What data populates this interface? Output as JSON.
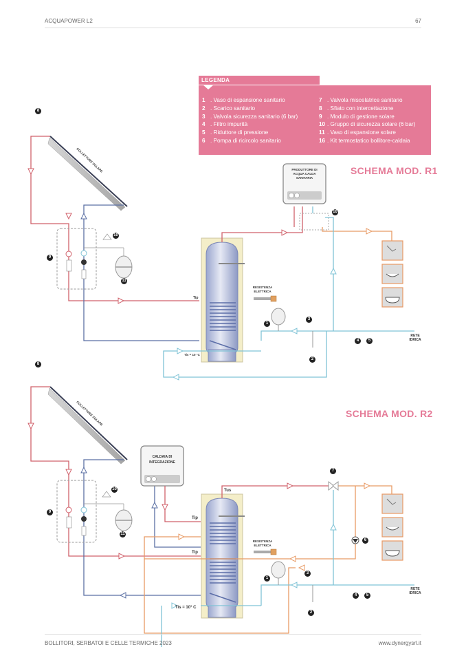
{
  "header": {
    "title": "ACQUAPOWER L2",
    "page_number": "67"
  },
  "footer": {
    "left": "BOLLITORI, SERBATOI E CELLE TERMICHE 2023",
    "right": "www.dynergysrl.it"
  },
  "legend": {
    "title": "LEGENDA",
    "items": [
      {
        "num": "1",
        "text": ". Vaso di espansione sanitario"
      },
      {
        "num": "2",
        "text": ". Scarico sanitario"
      },
      {
        "num": "3",
        "text": ". Valvola sicurezza sanitario (6 bar)"
      },
      {
        "num": "4",
        "text": ". Filtro impurità"
      },
      {
        "num": "5",
        "text": ". Riduttore di pressione"
      },
      {
        "num": "6",
        "text": ". Pompa di ricircolo sanitario"
      },
      {
        "num": "7",
        "text": ". Valvola miscelatrice sanitario"
      },
      {
        "num": "8",
        "text": ". Sfiato con intercettazione"
      },
      {
        "num": "9",
        "text": ". Modulo di gestione solare"
      },
      {
        "num": "10",
        "text": ". Gruppo di sicurezza solare (6 bar)"
      },
      {
        "num": "11",
        "text": ". Vaso di espansione solare"
      },
      {
        "num": "16",
        "text": ". Kit termostatico bollitore-caldaia"
      }
    ]
  },
  "schema_r1": {
    "title": "SCHEMA MOD. R1",
    "collector_label": "COLLETTORE SOLARE",
    "producer_label": "PRODUTTORE DI ACQUA CALDA SANITARIA",
    "resistance_label": "RESISTENZA ELETTRICA",
    "tip_label": "Tip",
    "tis_label": "Tis = 10 °C",
    "network_label": "RETE IDRICA",
    "badges": [
      "8",
      "9",
      "10",
      "11",
      "16",
      "1",
      "2",
      "3",
      "4",
      "5"
    ]
  },
  "schema_r2": {
    "title": "SCHEMA MOD. R2",
    "collector_label": "COLLETTORE SOLARE",
    "boiler_label": "CALDAIA DI INTEGRAZIONE",
    "resistance_label": "RESISTENZA ELETTRICA",
    "tus_label": "Tus",
    "tip_upper_label": "Tip",
    "tip_lower_label": "Tip",
    "tis_label": "Tis = 10° C",
    "network_label": "RETE IDRICA",
    "badges": [
      "8",
      "9",
      "10",
      "11",
      "7",
      "6",
      "1",
      "2",
      "3",
      "4",
      "5"
    ]
  },
  "colors": {
    "accent": "#e57a97",
    "hot": "#d0606a",
    "cold": "#7fc3d6",
    "solar_return": "#5a6fa3",
    "recirc": "#e89a64"
  }
}
